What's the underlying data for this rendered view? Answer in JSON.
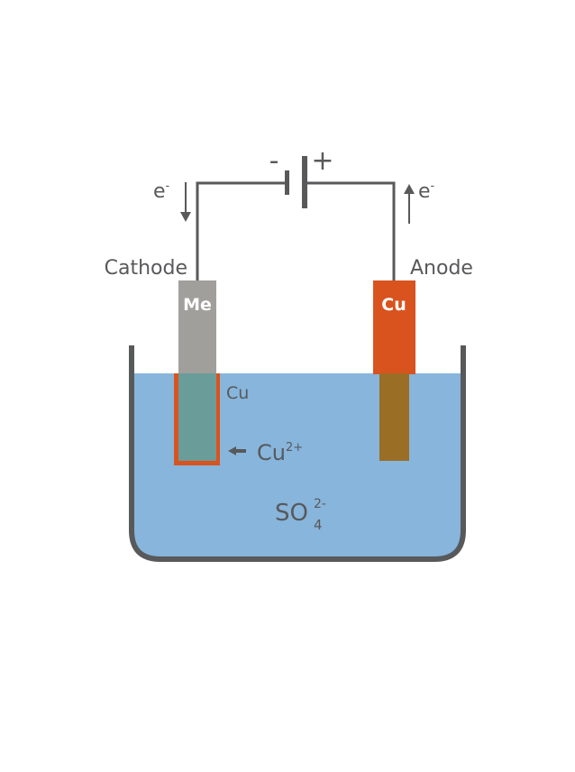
{
  "battery": {
    "minus": "-",
    "plus": "+"
  },
  "electron_left": {
    "base": "e",
    "sup": "-"
  },
  "electron_right": {
    "base": "e",
    "sup": "-"
  },
  "cathode": {
    "label": "Cathode",
    "metal": "Me",
    "coating": "Cu"
  },
  "anode": {
    "label": "Anode",
    "metal": "Cu"
  },
  "ion_cu": {
    "base": "Cu",
    "sup": "2+"
  },
  "ion_so4": {
    "base": "SO",
    "sub": "4",
    "sup": "2-"
  },
  "colors": {
    "wire": "#58595b",
    "electrolyte": "#87b5dc",
    "cathode_metal": "#a19f9c",
    "cathode_submerged": "#6a9c9a",
    "copper_coating": "#d9531e",
    "anode_top": "#d9531e",
    "anode_submerged": "#9b6e26"
  }
}
